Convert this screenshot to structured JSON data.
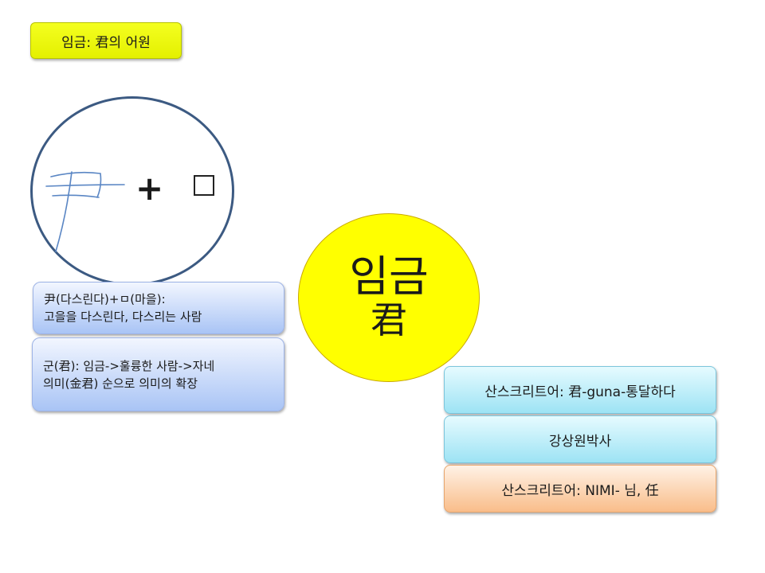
{
  "title": "임금: 君의 어원",
  "etymology": {
    "plus": "+",
    "mouth_char": "口",
    "sketch_char": "尹"
  },
  "center": {
    "korean": "임금",
    "hanja": "君"
  },
  "left_boxes": [
    {
      "line1": "尹(다스린다)+ㅁ(마을):",
      "line2": "고을을 다스린다, 다스리는 사람"
    },
    {
      "line1": "군(君): 임금->훌륭한 사람->자네",
      "line2": "의미(金君)  순으로 의미의 확장"
    }
  ],
  "right_boxes": [
    {
      "text": "산스크리트어: 君-guna-통달하다"
    },
    {
      "text": "강상원박사"
    },
    {
      "text": "산스크리트어: NIMI- 님, 任"
    }
  ],
  "colors": {
    "yellow": "#ffff00",
    "blue_box": "#a9c4f5",
    "cyan_box": "#9de3f4",
    "orange_box": "#f9bd8a",
    "circle_outline": "#3c5a82",
    "sketch_stroke": "#5a86c4"
  }
}
